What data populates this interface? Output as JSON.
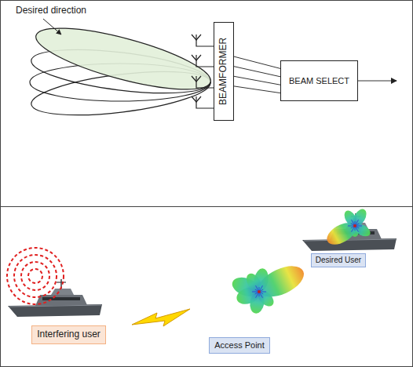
{
  "diagram": {
    "nodes": [
      {
        "text": [
          "BEAMFORMER"
        ]
      },
      {
        "text": [
          "BEAM SELECT"
        ]
      },
      {
        "text": [
          "Desired User"
        ]
      },
      {
        "text": [
          "Interfering user"
        ]
      },
      {
        "text": [
          "Access Point"
        ]
      }
    ],
    "edges": [
      {
        "from": 0,
        "to": 1,
        "arrow": "none"
      },
      {
        "from": 0,
        "to": 1,
        "arrow": "none"
      },
      {
        "from": 0,
        "to": 1,
        "arrow": "none"
      },
      {
        "from": 0,
        "to": 1,
        "arrow": "none"
      }
    ],
    "labels": [
      "Desired direction"
    ]
  }
}
